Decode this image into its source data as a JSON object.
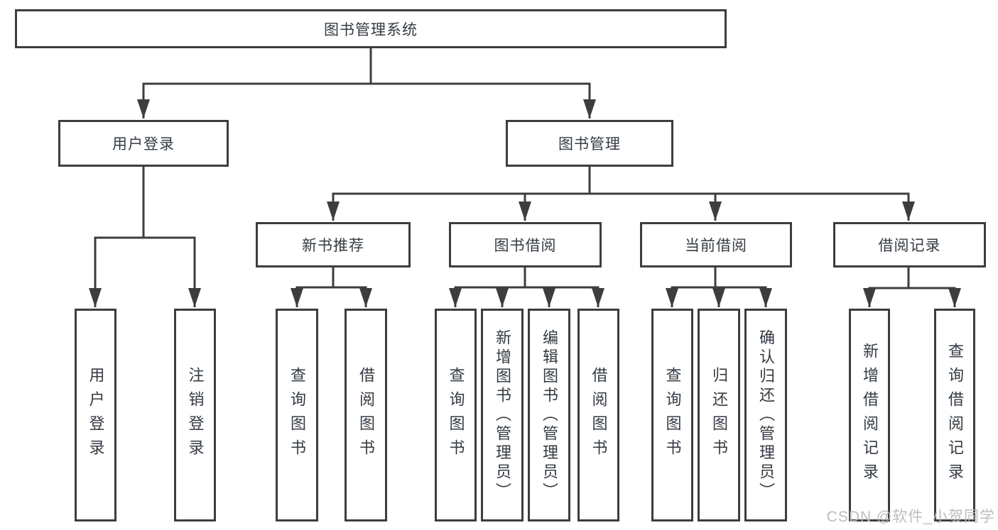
{
  "diagram": {
    "root": {
      "label": "图书管理系统"
    },
    "level2": {
      "user_login": {
        "label": "用户登录"
      },
      "book_mgmt": {
        "label": "图书管理"
      }
    },
    "level3": {
      "new_book_rec": {
        "label": "新书推荐"
      },
      "book_borrow": {
        "label": "图书借阅"
      },
      "current_borrow": {
        "label": "当前借阅"
      },
      "borrow_records": {
        "label": "借阅记录"
      }
    },
    "leaves": {
      "user_login_1": {
        "label": "用户登录"
      },
      "user_login_2": {
        "label": "注销登录"
      },
      "new_book_rec_1": {
        "label": "查询图书"
      },
      "new_book_rec_2": {
        "label": "借阅图书"
      },
      "book_borrow_1": {
        "label": "查询图书"
      },
      "book_borrow_2": {
        "label": "新增图书（管理员）"
      },
      "book_borrow_3": {
        "label": "编辑图书（管理员）"
      },
      "book_borrow_4": {
        "label": "借阅图书"
      },
      "current_borrow_1": {
        "label": "查询图书"
      },
      "current_borrow_2": {
        "label": "归还图书"
      },
      "current_borrow_3": {
        "label": "确认归还（管理员）"
      },
      "borrow_records_1": {
        "label": "新增借阅记录"
      },
      "borrow_records_2": {
        "label": "查询借阅记录"
      }
    }
  },
  "watermark": {
    "text": "CSDN @软件_小贺同学"
  },
  "colors": {
    "line": "#3d3d3d",
    "box_border": "#3d3d3d",
    "text": "#343b43",
    "watermark": "#b9b9b9",
    "background": "#ffffff"
  }
}
